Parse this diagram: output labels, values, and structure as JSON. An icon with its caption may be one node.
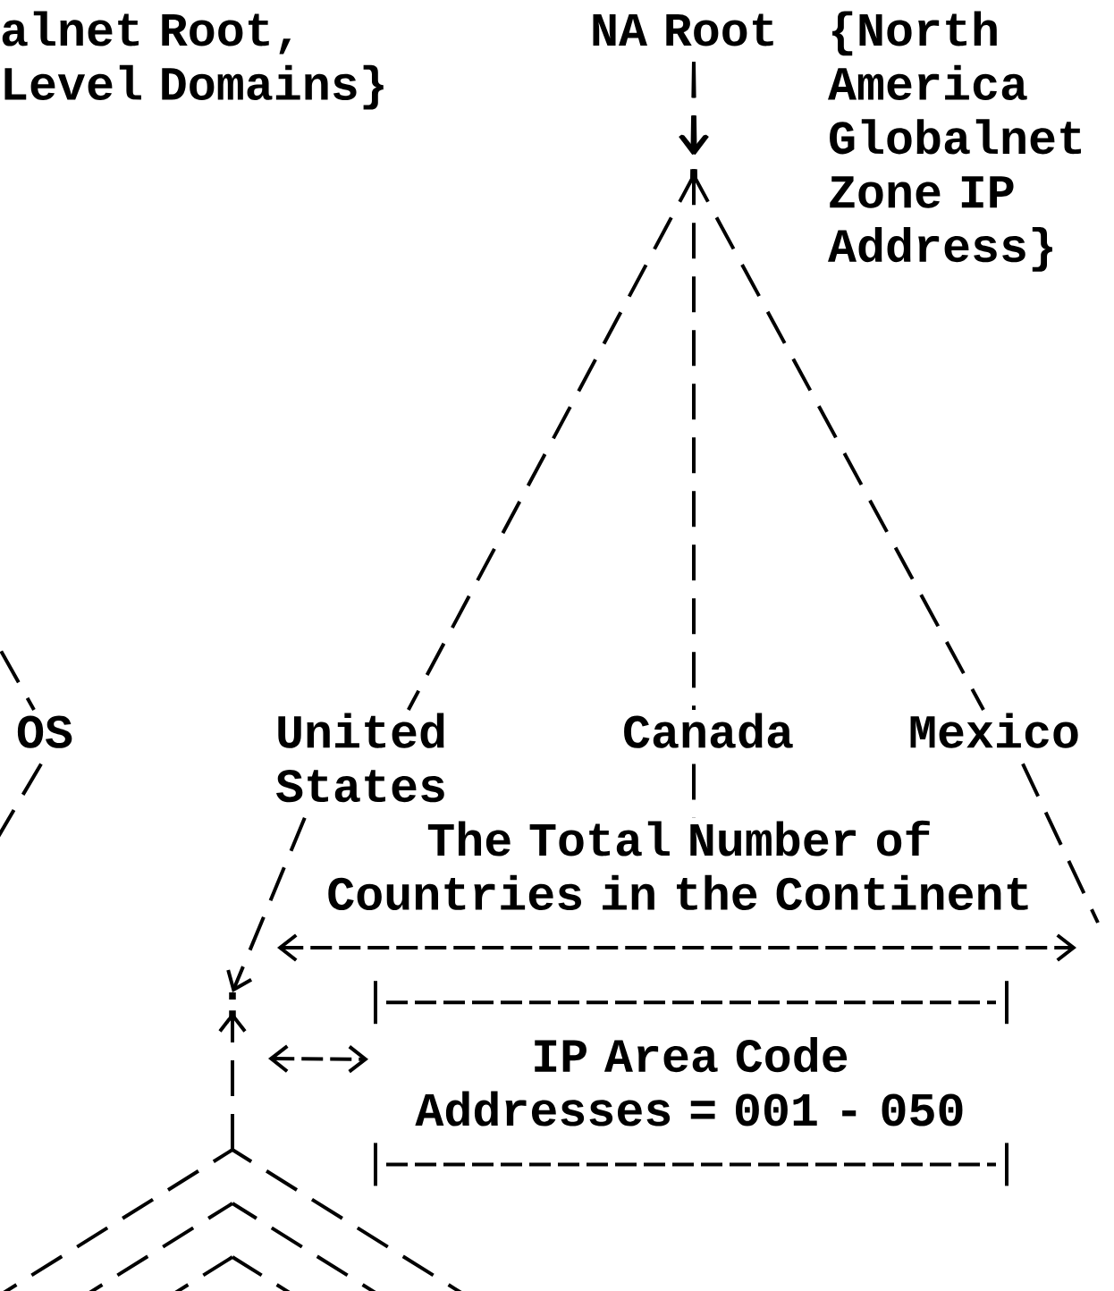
{
  "diagram": {
    "nodes": [
      {
        "text": [
          "NA Root"
        ],
        "beside": [
          "{North America Globalnet Zone IP Address}"
        ]
      },
      {
        "text": [
          "OS"
        ]
      },
      {
        "text": [
          "United States"
        ]
      },
      {
        "text": [
          "Canada"
        ]
      },
      {
        "text": [
          "Mexico"
        ]
      },
      {
        "text": [
          "The Total Number of Countries in the Continent"
        ]
      },
      {
        "text": [
          "IP Area Code Addresses = 001 - 050"
        ]
      },
      {
        "text": [
          ":"
        ]
      }
    ],
    "edges": [
      {
        "from": 0,
        "to": 2,
        "arrow": "to"
      },
      {
        "from": 0,
        "to": 3,
        "arrow": "to"
      },
      {
        "from": 0,
        "to": 4,
        "arrow": "to"
      },
      {
        "from": null,
        "to": 1,
        "arrow": "none"
      },
      {
        "from": 1,
        "to": null,
        "arrow": "none"
      },
      {
        "from": 3,
        "to": 5,
        "arrow": "none"
      },
      {
        "from": 4,
        "to": null,
        "arrow": "none"
      },
      {
        "from": 2,
        "to": 7,
        "arrow": "to"
      },
      {
        "from": 7,
        "to": 6,
        "arrow": "both"
      },
      {
        "from": null,
        "to": 7,
        "arrow": "to"
      }
    ],
    "labels": [
      "alnet Root, Level Domains}"
    ]
  }
}
